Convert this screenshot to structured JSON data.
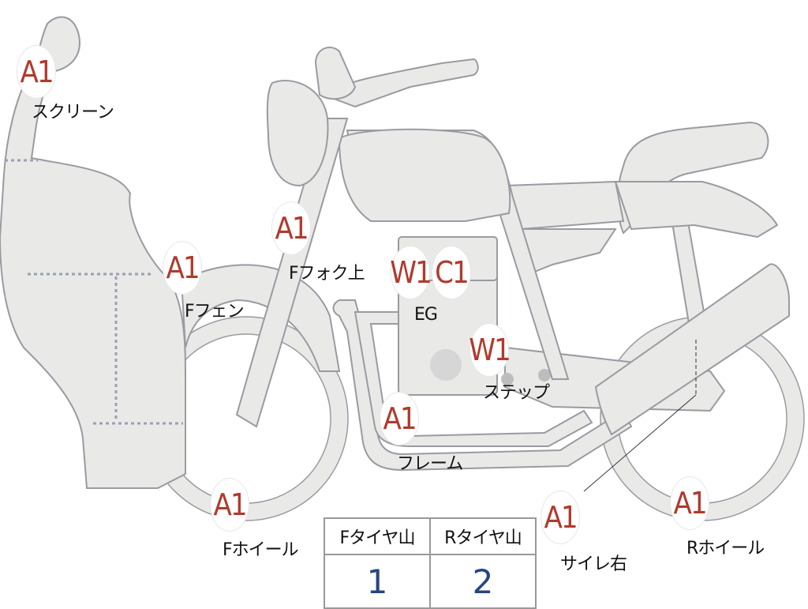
{
  "badges": {
    "screen": "A1",
    "f_fender": "A1",
    "f_fork": "A1",
    "eg_w": "W1",
    "eg_c": "C1",
    "step": "W1",
    "frame": "A1",
    "f_wheel": "A1",
    "muffler": "A1",
    "r_wheel": "A1"
  },
  "labels": {
    "screen": "スクリーン",
    "f_fender": "Fフェン",
    "f_fork": "Fフォク上",
    "eg": "EG",
    "step": "ステップ",
    "frame": "フレーム",
    "f_wheel": "Fホイール",
    "muffler": "サイレ右",
    "r_wheel": "Rホイール"
  },
  "tread_table": {
    "headers": [
      "Fタイヤ山",
      "Rタイヤ山"
    ],
    "values": [
      "1",
      "2"
    ]
  },
  "colors": {
    "part_fill": "#e9e9e7",
    "part_stroke": "#9a9aa2",
    "badge_text": "#b03a2e",
    "value_text": "#27457f"
  }
}
